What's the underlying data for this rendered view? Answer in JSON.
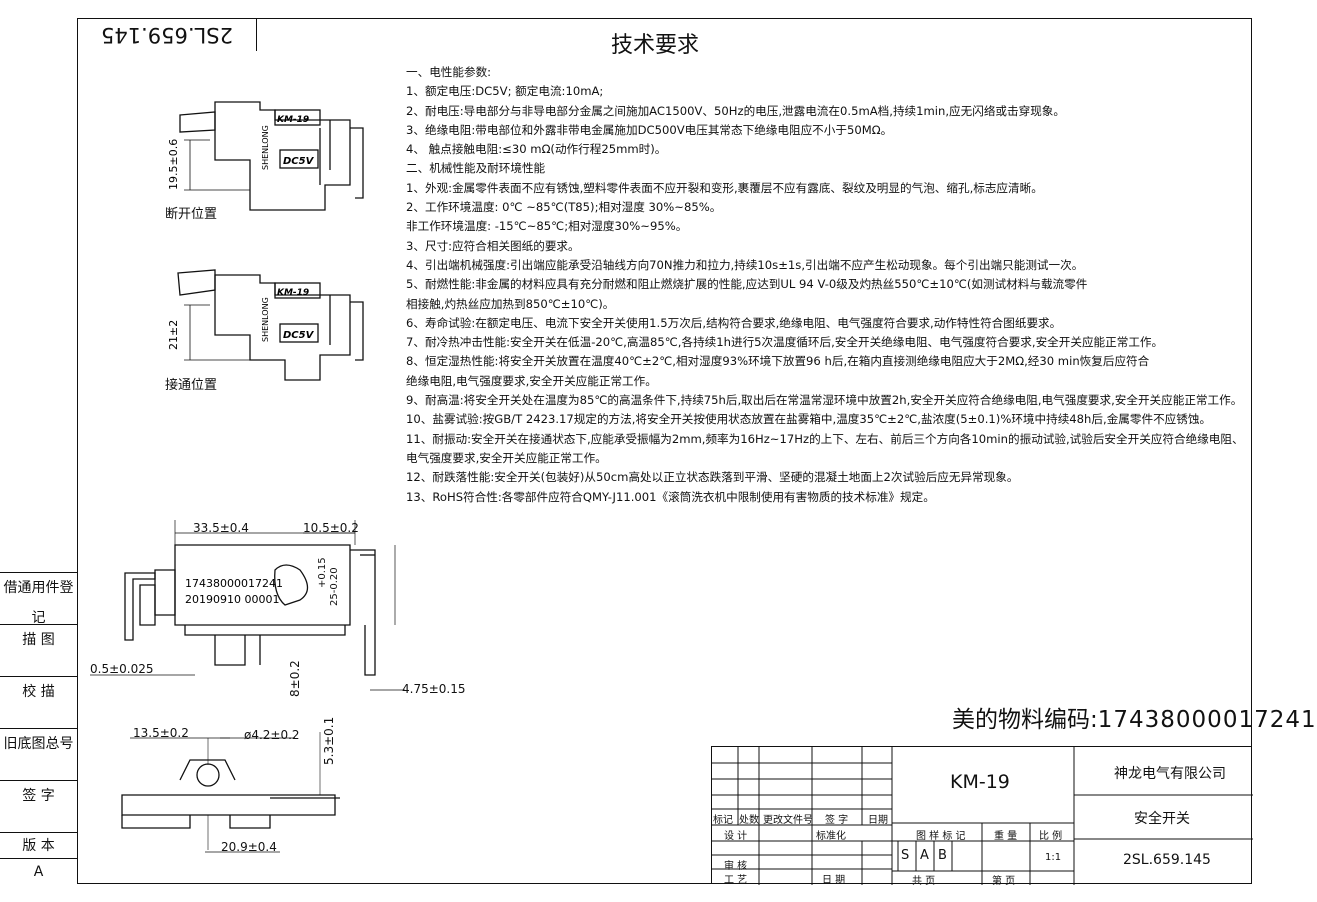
{
  "drawing": {
    "code_top": "2SL.659.145",
    "title": "技术要求",
    "material_code_label": "美的物料编码:",
    "material_code": "17438000017241"
  },
  "requirements": [
    "一、电性能参数:",
    "1、额定电压:DC5V;  额定电流:10mA;",
    "2、耐电压:导电部分与非导电部分金属之间施加AC1500V、50Hz的电压,泄露电流在0.5mA档,持续1min,应无闪络或击穿现象。",
    "3、绝缘电阻:带电部位和外露非带电金属施加DC500V电压其常态下绝缘电阻应不小于50MΩ。",
    "4、 触点接触电阻:≤30 mΩ(动作行程25mm时)。",
    "二、机械性能及耐环境性能",
    "1、外观:金属零件表面不应有锈蚀,塑料零件表面不应开裂和变形,裹覆层不应有露底、裂纹及明显的气泡、缩孔,标志应清晰。",
    "2、工作环境温度: 0℃ ~85℃(T85);相对湿度 30%~85%。",
    "   非工作环境温度: -15℃~85℃;相对湿度30%~95%。",
    "3、尺寸:应符合相关图纸的要求。",
    "4、引出端机械强度:引出端应能承受沿轴线方向70N推力和拉力,持续10s±1s,引出端不应产生松动现象。每个引出端只能测试一次。",
    "5、耐燃性能:非金属的材料应具有充分耐燃和阻止燃烧扩展的性能,应达到UL 94 V-0级及灼热丝550℃±10℃(如测试材料与载流零件",
    "相接触,灼热丝应加热到850℃±10℃)。",
    "6、寿命试验:在额定电压、电流下安全开关使用1.5万次后,结构符合要求,绝缘电阻、电气强度符合要求,动作特性符合图纸要求。",
    "7、耐冷热冲击性能:安全开关在低温-20℃,高温85℃,各持续1h进行5次温度循环后,安全开关绝缘电阻、电气强度符合要求,安全开关应能正常工作。",
    "8、恒定湿热性能:将安全开关放置在温度40℃±2℃,相对湿度93%环境下放置96 h后,在箱内直接测绝缘电阻应大于2MΩ,经30 min恢复后应符合",
    "绝缘电阻,电气强度要求,安全开关应能正常工作。",
    "9、耐高温:将安全开关处在温度为85℃的高温条件下,持续75h后,取出后在常温常湿环境中放置2h,安全开关应符合绝缘电阻,电气强度要求,安全开关应能正常工作。",
    "10、盐雾试验:按GB/T 2423.17规定的方法,将安全开关按使用状态放置在盐雾箱中,温度35℃±2℃,盐浓度(5±0.1)%环境中持续48h后,金属零件不应锈蚀。",
    "11、耐振动:安全开关在接通状态下,应能承受振幅为2mm,频率为16Hz~17Hz的上下、左右、前后三个方向各10min的振动试验,试验后安全开关应符合绝缘电阻、",
    "电气强度要求,安全开关应能正常工作。",
    "12、耐跌落性能:安全开关(包装好)从50cm高处以正立状态跌落到平滑、坚硬的混凝土地面上2次试验后应无异常现象。",
    "13、RoHS符合性:各零部件应符合QMY-J11.001《滚筒洗衣机中限制使用有害物质的技术标准》规定。"
  ],
  "views": {
    "open_label": "断开位置",
    "open_dim": "19.5±0.6",
    "closed_label": "接通位置",
    "closed_dim": "21±2",
    "part_mark": "KM-19",
    "voltage_mark": "DC5V",
    "brand_mark": "SHENLONG"
  },
  "dims": {
    "d1": "33.5±0.4",
    "d2": "10.5±0.2",
    "d3": "25+0.15 -0.20",
    "d3a": "+0.15",
    "d3b": "25-0.20",
    "d4": "0.5±0.025",
    "d5": "8±0.2",
    "d6": "4.75±0.15",
    "d7": "13.5±0.2",
    "d8": "ø4.2±0.2",
    "d9": "5.3±0.1",
    "d10": "20.9±0.4",
    "label_line1": "17438000017241",
    "label_line2": "20190910 00001"
  },
  "sidebar": {
    "borrow": "借通用件登记",
    "trace": "描 图",
    "check": "校 描",
    "old_no": "旧底图总号",
    "sign": "签 字",
    "version": "版 本",
    "version_val": "A"
  },
  "titleblock": {
    "company": "神龙电气有限公司",
    "model": "KM-19",
    "name": "安全开关",
    "code": "2SL.659.145",
    "h_mark": "标记",
    "h_count": "处数",
    "h_change": "更改文件号",
    "h_sign": "签 字",
    "h_date": "日期",
    "design": "设 计",
    "standard": "标准化",
    "review": "审 核",
    "process": "工 艺",
    "date": "日 期",
    "sample": "图 样 标 记",
    "weight": "重 量",
    "scale": "比 例",
    "s": "S",
    "a": "A",
    "b": "B",
    "scale_val": "1:1",
    "total": "共     页",
    "page": "第     页"
  }
}
